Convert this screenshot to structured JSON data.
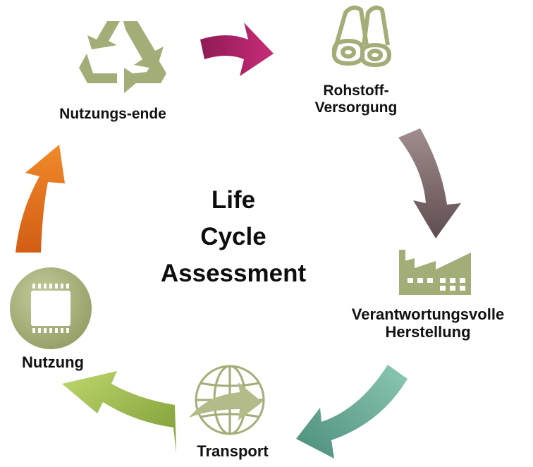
{
  "title_lines": [
    "Life",
    "Cycle",
    "Assessment"
  ],
  "stages": [
    {
      "label": "Nutzungs-ende",
      "icon": "recycle-icon"
    },
    {
      "label_lines": [
        "Rohstoff-",
        "Versorgung"
      ],
      "icon": "pipes-icon"
    },
    {
      "label_lines": [
        "Verantwortungsvolle",
        "Herstellung"
      ],
      "icon": "factory-icon"
    },
    {
      "label": "Transport",
      "icon": "globe-arrow-icon"
    },
    {
      "label": "Nutzung",
      "icon": "chip-icon"
    }
  ],
  "colors": {
    "icon_green": "#a3ad78",
    "arrow_magenta": "#b5226b",
    "arrow_mauve": "#7a6566",
    "arrow_teal": "#6fae9c",
    "arrow_lime": "#9bbb55",
    "arrow_orange": "#e8731f"
  }
}
